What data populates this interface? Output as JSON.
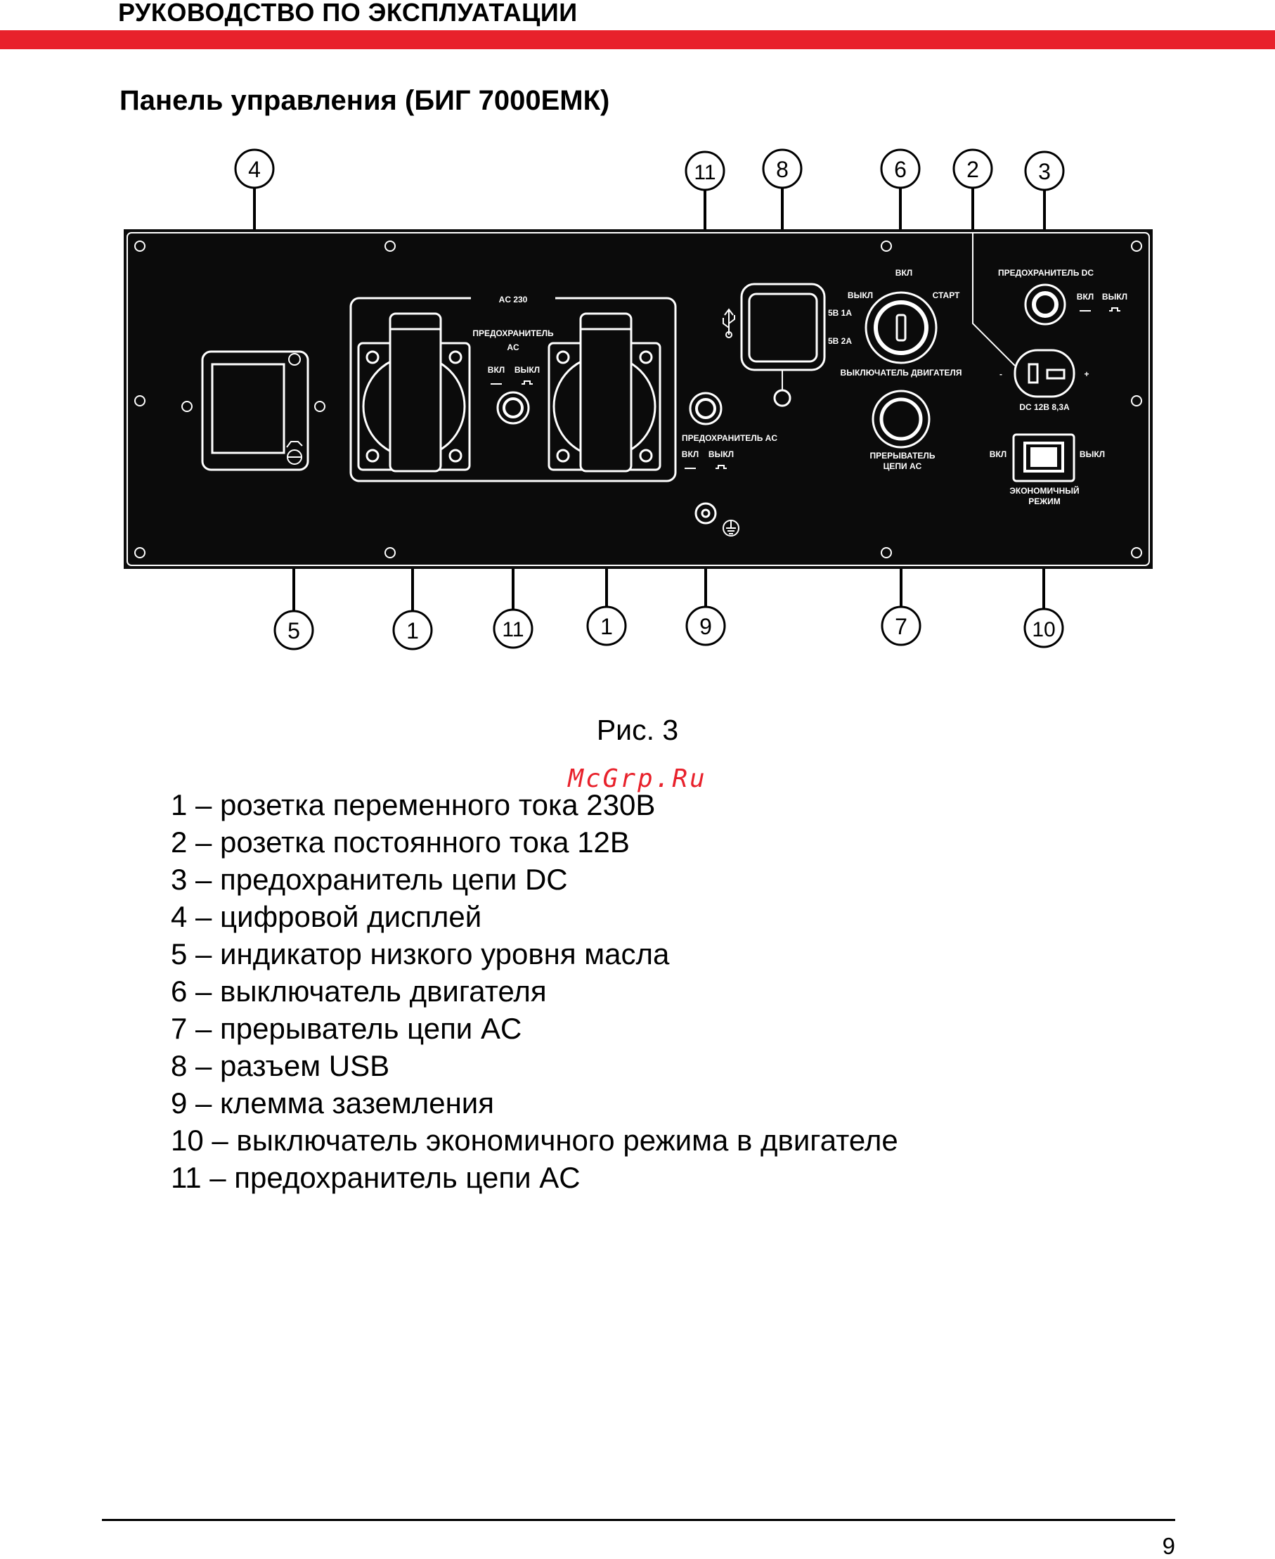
{
  "header": {
    "title": "РУКОВОДСТВО ПО ЭКСПЛУАТАЦИИ"
  },
  "section": {
    "title": "Панель управления (БИГ 7000ЕМК)"
  },
  "panel": {
    "ac230": "AC 230",
    "fuse_ac_top_1": "ПРЕДОХРАНИТЕЛЬ",
    "fuse_ac_top_2": "AC",
    "vkl": "ВКЛ",
    "vykl": "ВЫКЛ",
    "fuse_ac_left": "ПРЕДОХРАНИТЕЛЬ  AC",
    "engine_vkl": "ВКЛ",
    "engine_vykl": "ВЫКЛ",
    "engine_start": "СТАРТ",
    "usb_5v_1a": "5В   1А",
    "usb_5v_2a": "5В   2А",
    "engine_switch": "ВЫКЛЮЧАТЕЛЬ  ДВИГАТЕЛЯ",
    "breaker_1": "ПРЕРЫВАТЕЛЬ",
    "breaker_2": "ЦЕПИ AC",
    "fuse_dc": "ПРЕДОХРАНИТЕЛЬ DC",
    "dc_minus": "-",
    "dc_plus": "+",
    "dc_rating": "DC 12В   8,3А",
    "eco_vkl": "ВКЛ",
    "eco_vykl": "ВЫКЛ",
    "eco_1": "ЭКОНОМИЧНЫЙ",
    "eco_2": "РЕЖИМ"
  },
  "callouts_top": [
    "4",
    "11",
    "8",
    "6",
    "2",
    "3"
  ],
  "callouts_bottom": [
    "5",
    "1",
    "11",
    "1",
    "9",
    "7",
    "10"
  ],
  "figure": {
    "caption": "Рис. 3"
  },
  "watermark": "McGrp.Ru",
  "legend": [
    "1 – розетка переменного тока 230В",
    "2 – розетка постоянного тока 12В",
    "3 – предохранитель цепи DC",
    "4 – цифровой дисплей",
    "5 – индикатор низкого уровня масла",
    "6 – выключатель двигателя",
    "7 – прерыватель цепи AC",
    "8 – разъем USB",
    "9 – клемма заземления",
    "10 – выключатель экономичного режима в двигателе",
    "11 – предохранитель цепи AC"
  ],
  "footer": {
    "page_number": "9"
  }
}
